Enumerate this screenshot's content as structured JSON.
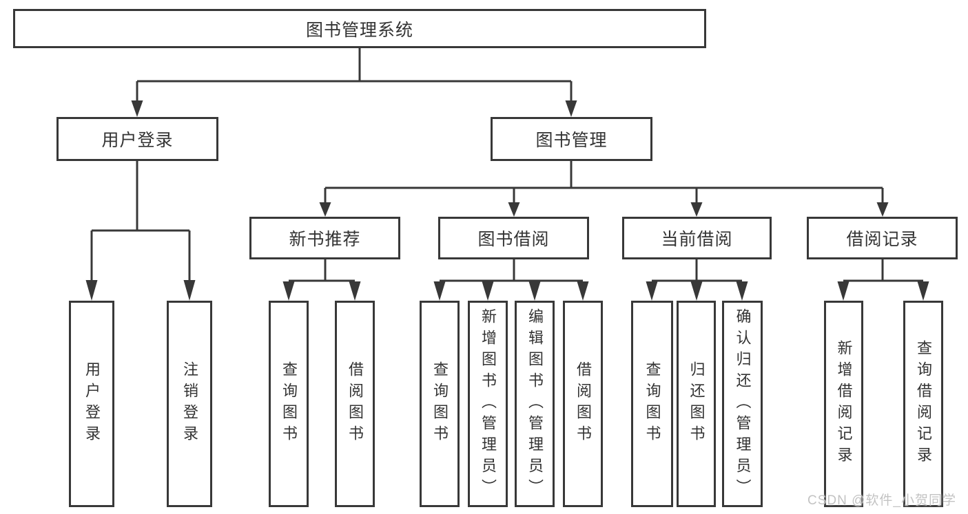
{
  "colors": {
    "line": "#383838",
    "box_background": "#ffffff",
    "text": "#333333",
    "watermark": "#c3c3c3"
  },
  "watermark": {
    "text": "CSDN @软件_小贺同学"
  },
  "tree": {
    "label": "图书管理系统",
    "children": [
      {
        "label": "用户登录",
        "children": [
          {
            "label": "用户登录"
          },
          {
            "label": "注销登录"
          }
        ]
      },
      {
        "label": "图书管理",
        "children": [
          {
            "label": "新书推荐",
            "children": [
              {
                "label": "查询图书"
              },
              {
                "label": "借阅图书"
              }
            ]
          },
          {
            "label": "图书借阅",
            "children": [
              {
                "label": "查询图书"
              },
              {
                "label": "新增图书（管理员）"
              },
              {
                "label": "编辑图书（管理员）"
              },
              {
                "label": "借阅图书"
              }
            ]
          },
          {
            "label": "当前借阅",
            "children": [
              {
                "label": "查询图书"
              },
              {
                "label": "归还图书"
              },
              {
                "label": "确认归还（管理员）"
              }
            ]
          },
          {
            "label": "借阅记录",
            "children": [
              {
                "label": "新增借阅记录"
              },
              {
                "label": "查询借阅记录"
              }
            ]
          }
        ]
      }
    ]
  }
}
